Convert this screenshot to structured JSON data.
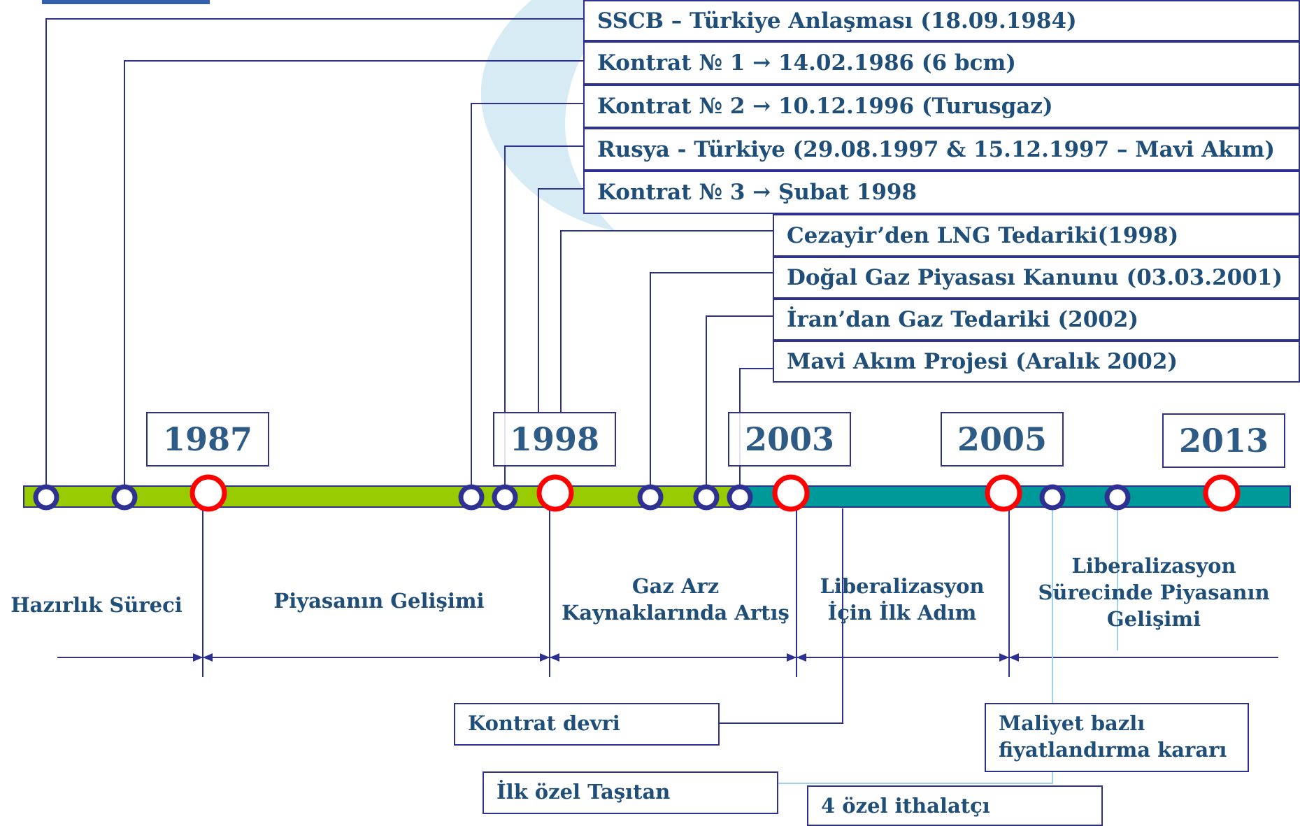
{
  "events_top": [
    {
      "label": "SSCB – Türkiye Anlaşması (18.09.1984)"
    },
    {
      "label": "Kontrat № 1 → 14.02.1986 (6 bcm)"
    },
    {
      "label": "Kontrat № 2 → 10.12.1996 (Turusgaz)"
    },
    {
      "label": "Rusya - Türkiye (29.08.1997 & 15.12.1997 – Mavi Akım)"
    },
    {
      "label": "Kontrat № 3 → Şubat 1998"
    }
  ],
  "events_mid": [
    {
      "label": "Cezayir’den LNG Tedariki(1998)"
    },
    {
      "label": "Doğal Gaz Piyasası Kanunu (03.03.2001)"
    },
    {
      "label": "İran’dan Gaz Tedariki (2002)"
    },
    {
      "label": "Mavi Akım Projesi (Aralık 2002)"
    }
  ],
  "years": [
    "1987",
    "1998",
    "2003",
    "2005",
    "2013"
  ],
  "phases": [
    {
      "label": "Hazırlık Süreci"
    },
    {
      "label": "Piyasanın Gelişimi"
    },
    {
      "label": "Gaz Arz Kaynaklarında Artış"
    },
    {
      "label": "Liberalizasyon İçin İlk Adım"
    },
    {
      "label": "Liberalizasyon Sürecinde Piyasanın Gelişimi"
    }
  ],
  "notes": {
    "kontrat_devri": "Kontrat devri",
    "ilk_ozel_tasitan": "İlk özel Taşıtan",
    "maliyet_line1": "Maliyet bazlı",
    "maliyet_line2": "fiyatlandırma kararı",
    "ozel_ithalatci": "4 özel ithalatçı"
  },
  "colors": {
    "bar_green": "#99cc00",
    "bar_teal": "#009999",
    "line": "#2e3192",
    "text": "#1f4e79",
    "year_marker": "#ff0000",
    "swoosh": "#cfe6f0"
  }
}
